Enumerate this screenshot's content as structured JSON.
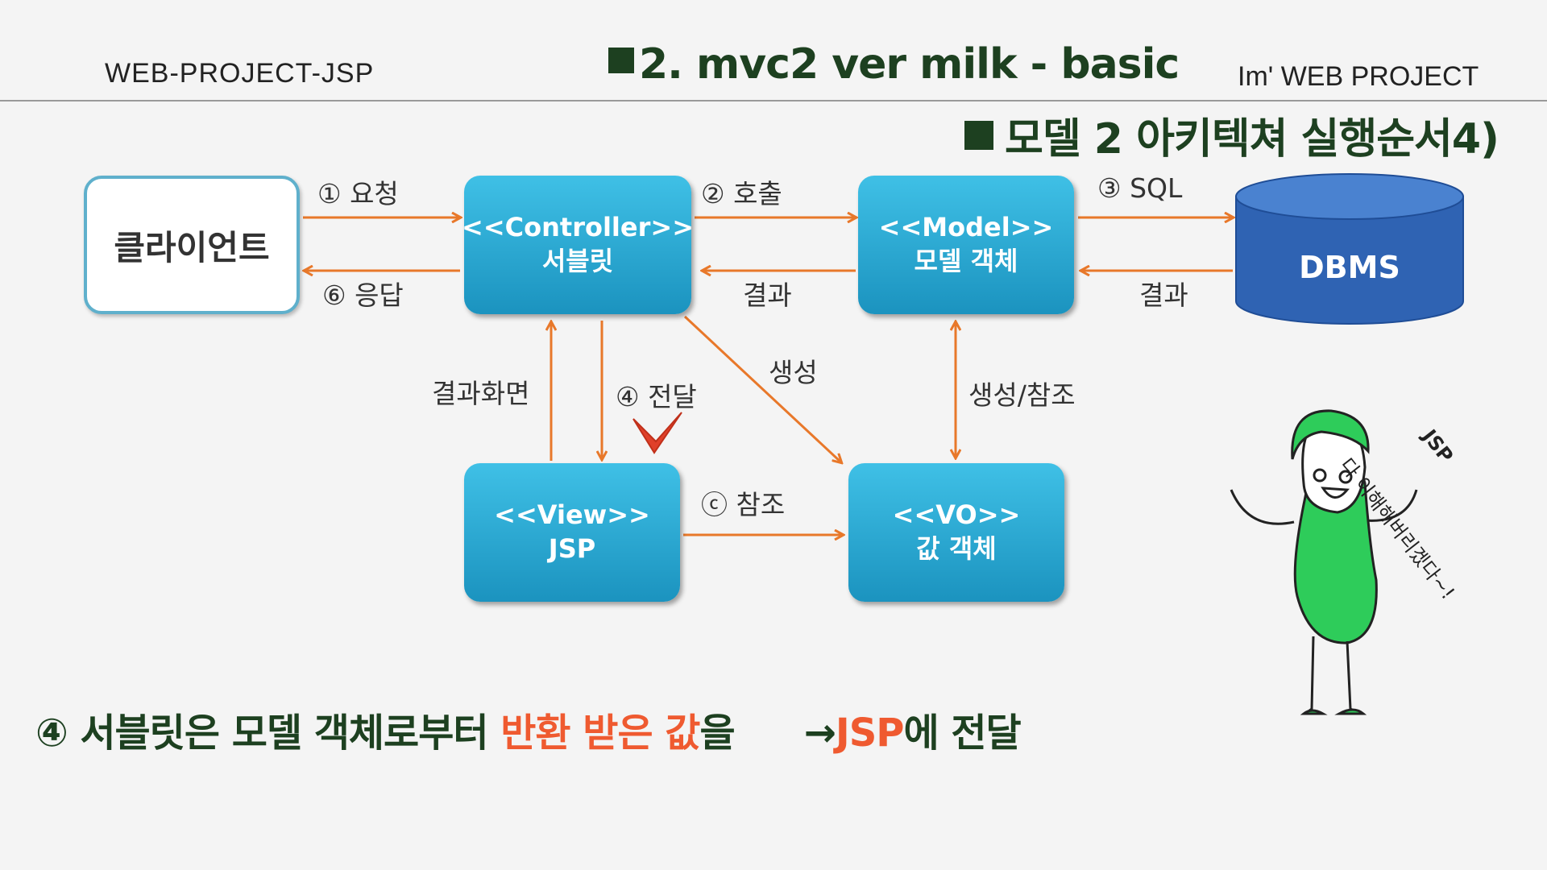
{
  "header": {
    "left": "WEB-PROJECT-JSP",
    "title": "2. mvc2 ver  milk - basic",
    "right": "Im' WEB PROJECT"
  },
  "subtitle": "모델 2 아키텍쳐 실행순서4)",
  "diagram": {
    "client": "클라이언트",
    "controller": {
      "line1": "<<Controller>>",
      "line2": "서블릿"
    },
    "model": {
      "line1": "<<Model>>",
      "line2": "모델 객체"
    },
    "dbms": "DBMS",
    "view": {
      "line1": "<<View>>",
      "line2": "JSP"
    },
    "vo": {
      "line1": "<<VO>>",
      "line2": "값 객체"
    },
    "labels": {
      "request": "① 요청",
      "response": "⑥ 응답",
      "call": "② 호출",
      "result1": "결과",
      "sql": "③ SQL",
      "result2": "결과",
      "result_screen": "결과화면",
      "forward": "④ 전달",
      "create": "생성",
      "create_ref": "생성/참조",
      "ref": "ⓒ 참조"
    }
  },
  "bottom": {
    "part1": "④ 서블릿은 모델 객체로부터 ",
    "highlight1": "반환 받은 값",
    "part2": "을",
    "arrow": "→",
    "highlight2": "JSP",
    "part3": "에 전달"
  },
  "mascot": {
    "speech": "다 이해해버리겠다~!",
    "tag": "JSP"
  },
  "colors": {
    "accent_green": "#1d4020",
    "arrow_orange": "#e8782a",
    "box_blue": "#2aa9d6",
    "highlight": "#ef5a30",
    "mascot_green": "#2ecc5a"
  }
}
